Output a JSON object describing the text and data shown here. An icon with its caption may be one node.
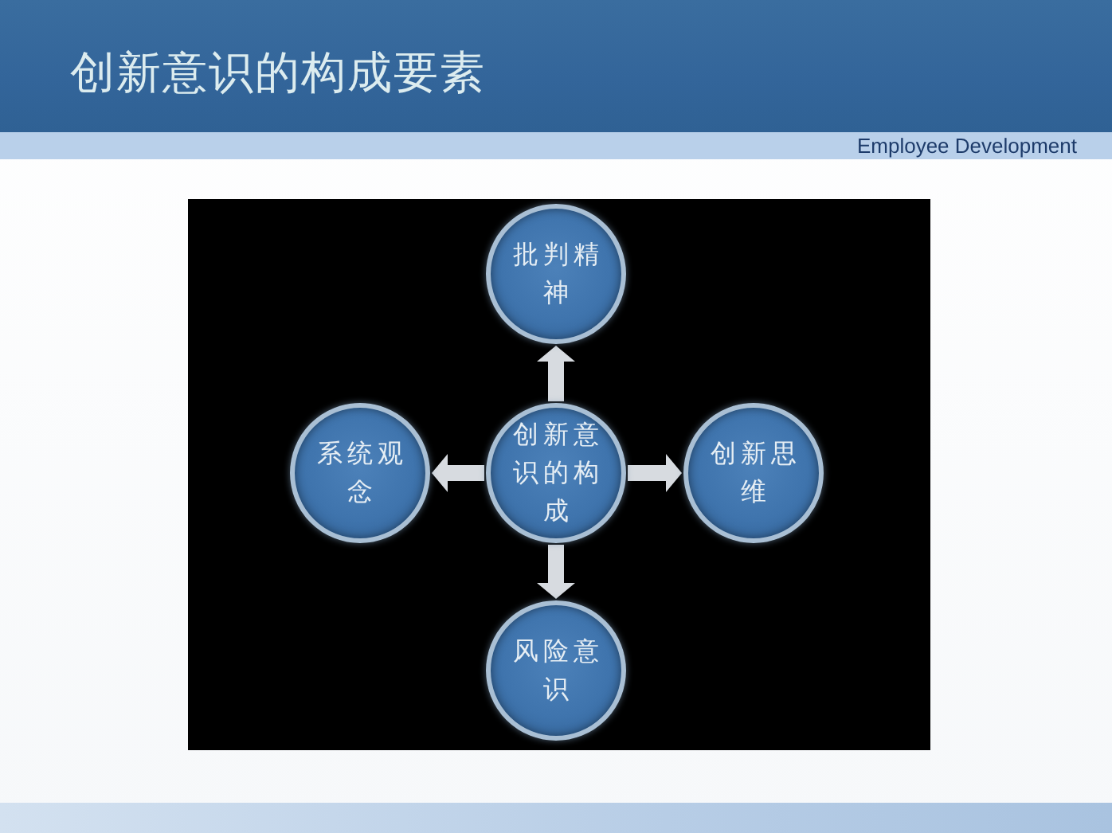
{
  "diagram": {
    "title": "创新意识的构成要素",
    "nodes": [
      {
        "text": [
          "批判精神"
        ]
      },
      {
        "text": [
          "系统观念"
        ]
      },
      {
        "text": [
          "创新意识的构成"
        ]
      },
      {
        "text": [
          "创新思维"
        ]
      },
      {
        "text": [
          "风险意识"
        ]
      }
    ],
    "edges": [
      {
        "from": 2,
        "to": 0,
        "arrow": "to"
      },
      {
        "from": 2,
        "to": 1,
        "arrow": "to"
      },
      {
        "from": 2,
        "to": 3,
        "arrow": "to"
      },
      {
        "from": 2,
        "to": 4,
        "arrow": "to"
      }
    ],
    "labels": [
      "Employee Development"
    ]
  }
}
